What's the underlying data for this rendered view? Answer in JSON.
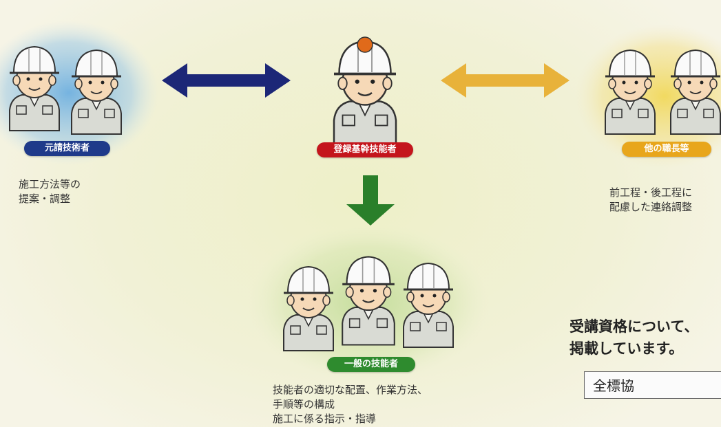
{
  "groups": {
    "prime_contractor": {
      "badge": "元請技術者",
      "caption": "施工方法等の\n提案・調整",
      "badge_color": "#1f3a8a"
    },
    "core_technician": {
      "badge": "登録基幹技能者",
      "badge_color": "#c4151c"
    },
    "other_foremen": {
      "badge": "他の職長等",
      "caption": "前工程・後工程に\n配慮した連絡調整",
      "badge_color": "#e8a61c"
    },
    "general_technicians": {
      "badge": "一般の技能者",
      "caption": "技能者の適切な配置、作業方法、\n手順等の構成\n施工に係る指示・指導",
      "badge_color": "#2e8b2e"
    }
  },
  "arrows": {
    "left_color": "#1c2777",
    "right_color": "#e8b23a",
    "down_color": "#2a7f2a"
  },
  "notice": {
    "text": "受講資格について、\n掲載しています。",
    "tag": "全標協"
  }
}
